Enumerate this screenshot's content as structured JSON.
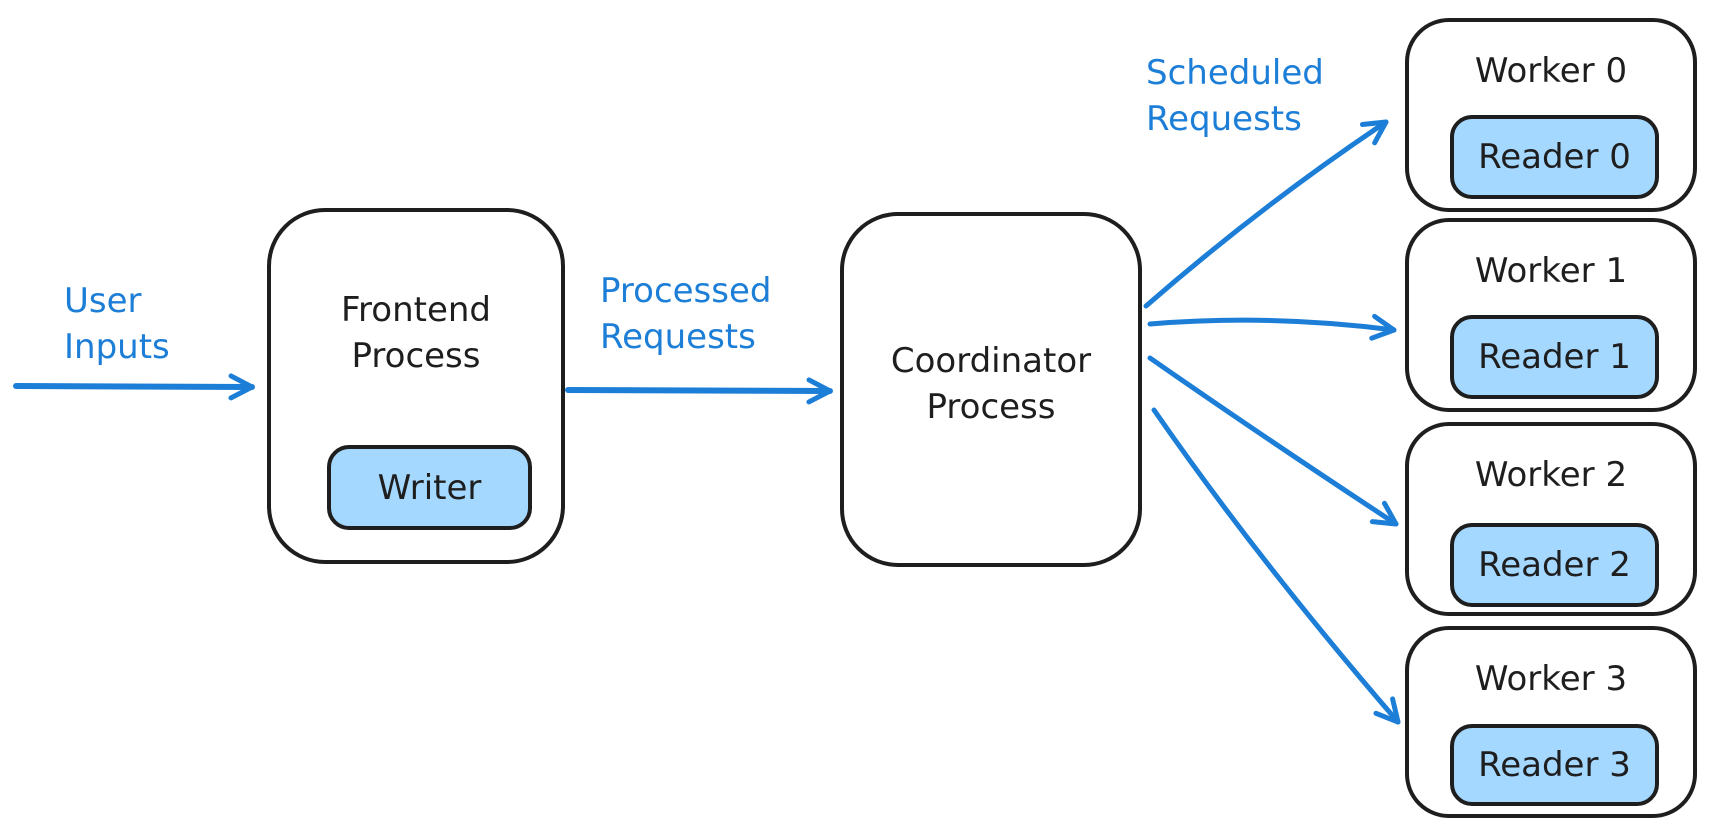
{
  "diagram": {
    "colors": {
      "accent_blue": "#1c7ed6",
      "stroke_black": "#1e1e1e",
      "node_fill": "#ffffff",
      "subnode_fill": "#a5d8ff",
      "background": "#ffffff"
    },
    "annotations": {
      "user_inputs": "User\nInputs",
      "processed_requests": "Processed\nRequests",
      "scheduled_requests": "Scheduled\nRequests"
    },
    "nodes": {
      "frontend": {
        "label": "Frontend\nProcess",
        "writer": {
          "label": "Writer"
        }
      },
      "coordinator": {
        "label": "Coordinator\nProcess"
      },
      "workers": [
        {
          "label": "Worker 0",
          "reader": {
            "label": "Reader 0"
          }
        },
        {
          "label": "Worker 1",
          "reader": {
            "label": "Reader 1"
          }
        },
        {
          "label": "Worker 2",
          "reader": {
            "label": "Reader 2"
          }
        },
        {
          "label": "Worker 3",
          "reader": {
            "label": "Reader 3"
          }
        }
      ]
    }
  }
}
